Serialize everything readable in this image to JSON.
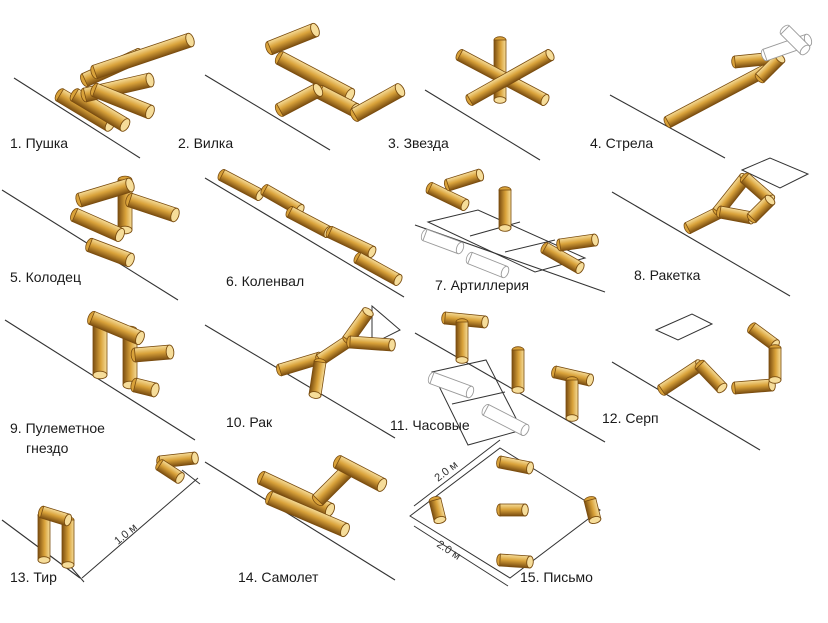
{
  "colors": {
    "log_fill": "#d9a23a",
    "log_light": "#f6dd9a",
    "log_dark": "#7a4d10",
    "ghost_log": "#9a9a9a",
    "ground": "#333333"
  },
  "figures": [
    {
      "id": 1,
      "label": "1. Пушка"
    },
    {
      "id": 2,
      "label": "2. Вилка"
    },
    {
      "id": 3,
      "label": "3. Звезда"
    },
    {
      "id": 4,
      "label": "4. Стрела"
    },
    {
      "id": 5,
      "label": "5. Колодец"
    },
    {
      "id": 6,
      "label": "6. Коленвал"
    },
    {
      "id": 7,
      "label": "7. Артиллерия"
    },
    {
      "id": 8,
      "label": "8. Ракетка"
    },
    {
      "id": 9,
      "label_lines": [
        "9. Пулеметное",
        "гнездо"
      ]
    },
    {
      "id": 10,
      "label": "10. Рак"
    },
    {
      "id": 11,
      "label": "11. Часовые"
    },
    {
      "id": 12,
      "label": "12. Серп"
    },
    {
      "id": 13,
      "label": "13. Тир"
    },
    {
      "id": 14,
      "label": "14. Самолет"
    },
    {
      "id": 15,
      "label": "15. Письмо"
    }
  ],
  "dimensions": {
    "tir_distance": "1.0 м",
    "letter_side_top": "2.0 м",
    "letter_side_bottom": "2.0 м"
  }
}
